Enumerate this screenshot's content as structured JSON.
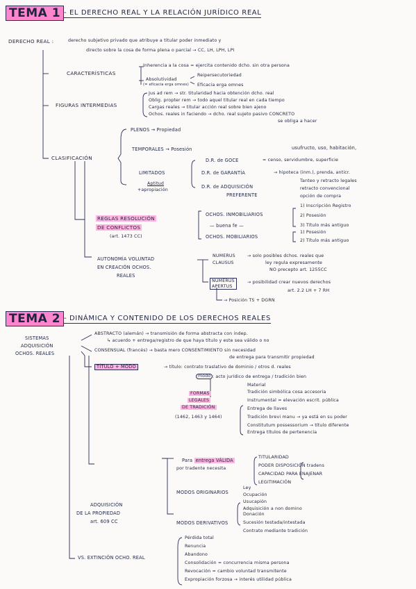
{
  "tema1": {
    "title": "TEMA 1",
    "subtitle": "- El derecho real y la relación jurídico real",
    "derecho_real_label": "DERECHO REAL :",
    "derecho_real_def_1": "derecho subjetivo privado que atribuye a titular poder inmediato y",
    "derecho_real_def_2": "directo sobre la cosa de forma plena o parcial → CC, LH, LPH, LPI",
    "caracteristicas": {
      "label": "CARACTERÍSTICAS",
      "items": [
        "Inherencia a la cosa = ejercita contenido dcho. sin otra persona",
        "Absolutividad",
        "(= eficacia erga omnes)",
        "Reipersecutoriedad",
        "Eficacia erga omnes"
      ]
    },
    "figuras": {
      "label": "FIGURAS INTERMEDIAS",
      "items": [
        "Jus ad rem → str. titularidad hacia obtención dcho. real",
        "Oblig. propter rem → todo aquel titular real en cada tiempo",
        "Cargas reales → titular acción real sobre bien ajeno",
        "Ochos. reales in faciendo → dcho. real sujeto pasivo CONCRETO",
        "se obliga a hacer"
      ]
    },
    "clasificacion": {
      "label": "CLASIFICACIÓN",
      "plenos": "PLENOS → Propiedad",
      "temporales": "TEMPORALES → Posesión",
      "usufructo": "usufructo, uso, habitación,",
      "limitados": "LIMITADOS",
      "aptitud": "Aptitud",
      "apropiacion": "+apropiación",
      "goce_label": "D.R. de GOCE",
      "goce_val": "= censo, servidumbre, superficie",
      "garantia_label": "D.R. de GARANTÍA",
      "garantia_val": "→ hipoteca (inm.), prenda, anticr.",
      "adquisicion_label": "D.R. de ADQUISICIÓN",
      "adquisicion_sub": "PREFERENTE",
      "adquisicion_val_1": "Tanteo y retracto legales",
      "adquisicion_val_2": "retracto convencional",
      "adquisicion_val_3": "opción de compra"
    },
    "reglas": {
      "label_1": "REGLAS RESOLUCIÓN",
      "label_2": "DE CONFLICTOS",
      "article": "(art. 1473 CC)",
      "inmob": "OCHOS. INMOBILIARIOS",
      "buena_fe": "— buena fe —",
      "mob": "OCHOS. MOBILIARIOS",
      "inmob_items": [
        "1) Inscripción Registro",
        "2) Posesión",
        "3) Título más antiguo"
      ],
      "mob_items": [
        "1) Posesión",
        "2) Título más antiguo"
      ]
    },
    "autonomia": {
      "label_1": "AUTONOMÍA VOLUNTAD",
      "label_2": "EN CREACIÓN OCHOS.",
      "label_3": "REALES",
      "clausus_1": "NUMERUS",
      "clausus_2": "CLAUSUS",
      "clausus_val_1": "→ solo posibles dchos. reales que",
      "clausus_val_2": "ley regula expresamente",
      "clausus_val_3": "NO precepto art. 1255CC",
      "apertus_1": "NUMERUS",
      "apertus_2": "APERTUS",
      "apertus_val_1": "→ posibilidad crear nuevos derechos",
      "apertus_val_2": "art. 2.2 LH + 7 RH",
      "posicion": "→ Posición TS + DGRN"
    }
  },
  "tema2": {
    "title": "TEMA 2",
    "subtitle": "- Dinámica y contenido de los derechos reales",
    "sistemas_1": "SISTEMAS",
    "sistemas_2": "ADQUISICIÓN",
    "sistemas_3": "OCHOS. REALES",
    "abstracto": "ABSTRACTO (alemán) → transmisión de forma abstracta con indep.",
    "abstracto_2": "↳ acuerdo + entrega/registro de que haya título y este sea válido o no",
    "consensual": "CONSENSUAL (francés) → basta mero CONSENTIMIENTO sin necesidad",
    "consensual_2": "de entrega para transmitir propiedad",
    "titulo_modo": "TÍTULO + MODO",
    "titulo_def": "→ título: contrato traslativo de dominio / otros d. reales",
    "modo_label": "modo",
    "modo_def": ": acto jurídico de entrega / tradición bien",
    "formas_1": "FORMAS",
    "formas_2": "LEGALES",
    "formas_3": "DE TRADICIÓN",
    "formas_art": "(1462, 1463 y 1464)",
    "formas_items": [
      "Material",
      "Tradición simbólica cosa accesoria",
      "Instrumental = elevación escrit. pública",
      "Entrega de llaves",
      "Tradición brevi manu → ya está en su poder",
      "Constitutum possessorium → título diferente",
      "Entrega títulos de pertenencia"
    ],
    "entrega_pre": "Para",
    "entrega_hl": "entrega VÁLIDA",
    "entrega_sub": "por tradente necesita",
    "entrega_items": [
      "TITULARIDAD",
      "PODER DISPOSICIÓN tradens",
      "CAPACIDAD PARA ENAJENAR",
      "LEGITIMACIÓN"
    ],
    "adq_prop_1": "ADQUISICIÓN",
    "adq_prop_2": "DE LA PROPIEDAD",
    "adq_prop_3": "art. 609 CC",
    "originarios": "MODOS ORIGINARIOS",
    "originarios_items": [
      "Ley",
      "Ocupación",
      "Usucapión",
      "Adquisición a non domino"
    ],
    "derivativos": "MODOS DERIVATIVOS",
    "derivativos_items": [
      "Donación",
      "Sucesión testada/intestada",
      "Contrato mediante tradición"
    ],
    "extincion": "VS. EXTINCIÓN OCHO. REAL",
    "extincion_items": [
      "Pérdida total",
      "Renuncia",
      "Abandono",
      "Consolidación = concurrencia misma persona",
      "Revocación = cambio voluntad transmitente",
      "Expropiación forzosa → interés utilidad pública"
    ]
  }
}
